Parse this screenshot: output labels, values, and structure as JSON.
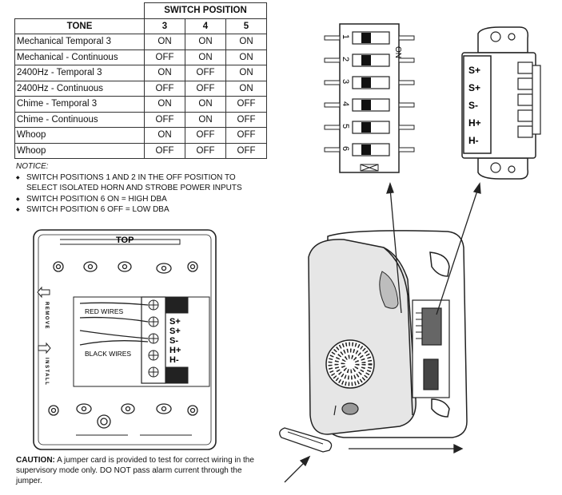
{
  "table": {
    "tone_header": "TONE",
    "switch_header": "SWITCH POSITION",
    "position_columns": [
      "3",
      "4",
      "5"
    ],
    "rows": [
      {
        "tone": "Mechanical Temporal 3",
        "values": [
          "ON",
          "ON",
          "ON"
        ]
      },
      {
        "tone": "Mechanical - Continuous",
        "values": [
          "OFF",
          "ON",
          "ON"
        ]
      },
      {
        "tone": "2400Hz - Temporal 3",
        "values": [
          "ON",
          "OFF",
          "ON"
        ]
      },
      {
        "tone": "2400Hz - Continuous",
        "values": [
          "OFF",
          "OFF",
          "ON"
        ]
      },
      {
        "tone": "Chime - Temporal 3",
        "values": [
          "ON",
          "ON",
          "OFF"
        ]
      },
      {
        "tone": "Chime - Continuous",
        "values": [
          "OFF",
          "ON",
          "OFF"
        ]
      },
      {
        "tone": "Whoop",
        "values": [
          "ON",
          "OFF",
          "OFF"
        ]
      },
      {
        "tone": "Whoop",
        "values": [
          "OFF",
          "OFF",
          "OFF"
        ]
      }
    ]
  },
  "notice": {
    "title": "NOTICE:",
    "items": [
      "SWITCH POSITIONS 1 AND 2 IN THE OFF POSITION TO SELECT ISOLATED HORN AND STROBE POWER INPUTS",
      "SWITCH POSITION 6 ON = HIGH DBA",
      "SWITCH POSITION 6 OFF = LOW DBA"
    ]
  },
  "dip_switch": {
    "on_label": "ON",
    "numbers": [
      "1",
      "2",
      "3",
      "4",
      "5",
      "6"
    ]
  },
  "connector": {
    "labels": [
      "S+",
      "S+",
      "S-",
      "H+",
      "H-"
    ]
  },
  "back_plate": {
    "top_label": "TOP",
    "remove_label": "REMOVE",
    "install_label": "INSTALL",
    "red_wires_label": "RED WIRES",
    "black_wires_label": "BLACK WIRES",
    "terminal_labels": [
      "S+",
      "S+",
      "S-",
      "H+",
      "H-"
    ]
  },
  "caution": {
    "label": "CAUTION:",
    "text": "A jumper card is provided to test for correct wiring in the supervisory mode only.  DO NOT pass alarm current through the jumper."
  }
}
